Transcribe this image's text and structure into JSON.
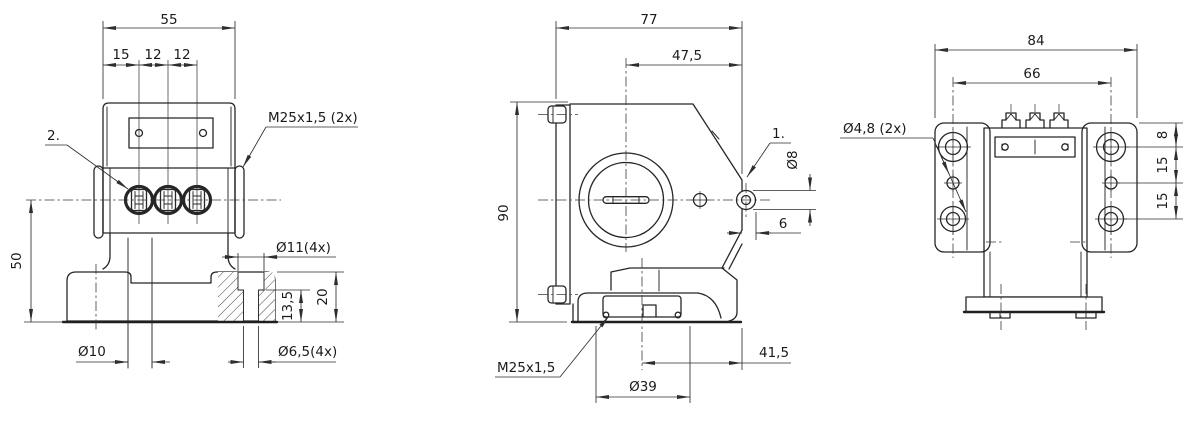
{
  "page": {
    "background": "#ffffff"
  },
  "colors": {
    "line": "#262626",
    "dim": "#2e2e2e",
    "text": "#1b1b1b"
  },
  "views": {
    "front": {
      "title": "front-view",
      "dims": {
        "overall_width": "55",
        "pitch_1": "15",
        "pitch_2": "12",
        "pitch_3": "12",
        "height_center_to_base": "50",
        "counterbore": "Ø11(4x)",
        "counterbore_depth": "13,5",
        "foot_height": "20",
        "center_hole": "Ø10",
        "mounting_hole": "Ø6,5(4x)"
      },
      "callouts": {
        "item_2": "2.",
        "cable_gland": "M25x1,5 (2x)"
      }
    },
    "side": {
      "title": "side-view",
      "dims": {
        "overall_depth": "77",
        "center_to_front": "47,5",
        "overall_height": "90",
        "button_dia": "Ø8",
        "button_protrusion": "6",
        "gland_center_offset": "41,5",
        "gland_boss_dia": "Ø39"
      },
      "callouts": {
        "item_1": "1.",
        "cable_gland": "M25x1,5"
      }
    },
    "back": {
      "title": "back-view",
      "dims": {
        "overall_width": "84",
        "mount_hole_spacing": "66",
        "top_to_first_hole": "8",
        "hole_pitch_1": "15",
        "hole_pitch_2": "15"
      },
      "callouts": {
        "mount_holes": "Ø4,8 (2x)"
      }
    }
  }
}
